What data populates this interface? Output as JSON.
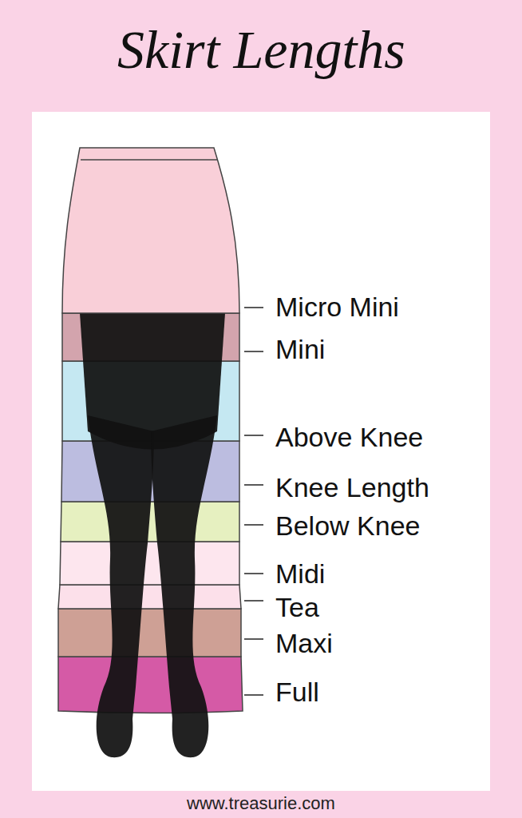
{
  "diagram": {
    "title": "Skirt Lengths",
    "labels": [
      "Micro Mini",
      "Mini",
      "Above Knee",
      "Knee Length",
      "Below Knee",
      "Midi",
      "Tea",
      "Maxi",
      "Full",
      "www.treasurie.com"
    ]
  }
}
